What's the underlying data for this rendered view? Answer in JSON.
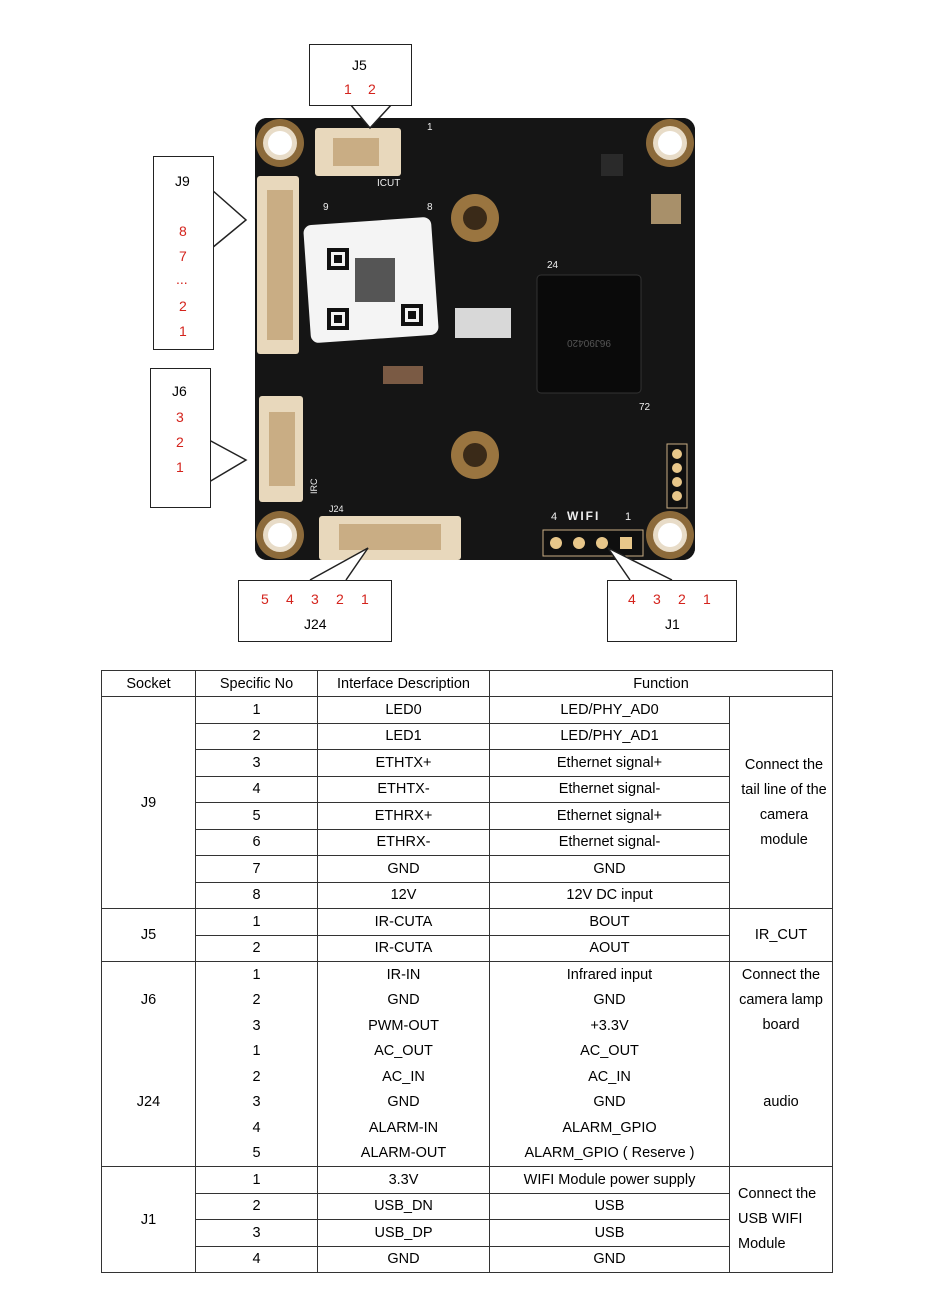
{
  "callouts": {
    "j5": {
      "title": "J5",
      "pins": [
        "1",
        "2"
      ]
    },
    "j9": {
      "title": "J9",
      "pins": [
        "8",
        "7",
        "...",
        "2",
        "1"
      ]
    },
    "j6": {
      "title": "J6",
      "pins": [
        "3",
        "2",
        "1"
      ]
    },
    "j24": {
      "title": "J24",
      "pins": [
        "5",
        "4",
        "3",
        "2",
        "1"
      ]
    },
    "j1": {
      "title": "J1",
      "pins": [
        "4",
        "3",
        "2",
        "1"
      ]
    }
  },
  "board": {
    "wifi_label": "WIFI",
    "wifi_pin_left": "4",
    "wifi_pin_right": "1",
    "header_pin_left": "1",
    "num_24": "24",
    "num_72": "72",
    "num_9": "9",
    "num_8": "8",
    "icut": "ICUT",
    "irc": "IRC",
    "j24_mark": "J24",
    "chip_text": "96J90420"
  },
  "table": {
    "headers": [
      "Socket",
      "Specific No",
      "Interface Description",
      "Function"
    ],
    "groups": {
      "j9": {
        "socket": "J9",
        "note": "Connect the tail line of the camera module",
        "rows": [
          {
            "no": "1",
            "desc": "LED0",
            "func": "LED/PHY_AD0"
          },
          {
            "no": "2",
            "desc": "LED1",
            "func": "LED/PHY_AD1"
          },
          {
            "no": "3",
            "desc": "ETHTX+",
            "func": "Ethernet signal+"
          },
          {
            "no": "4",
            "desc": "ETHTX-",
            "func": "Ethernet signal-"
          },
          {
            "no": "5",
            "desc": "ETHRX+",
            "func": "Ethernet signal+"
          },
          {
            "no": "6",
            "desc": "ETHRX-",
            "func": "Ethernet signal-"
          },
          {
            "no": "7",
            "desc": "GND",
            "func": "GND"
          },
          {
            "no": "8",
            "desc": "12V",
            "func": "12V DC input"
          }
        ]
      },
      "j5": {
        "socket": "J5",
        "note": "IR_CUT",
        "rows": [
          {
            "no": "1",
            "desc": "IR-CUTA",
            "func": "BOUT"
          },
          {
            "no": "2",
            "desc": "IR-CUTA",
            "func": "AOUT"
          }
        ]
      },
      "j6": {
        "socket": "J6",
        "note": "Connect the camera lamp board",
        "rows": [
          {
            "no": "1",
            "desc": "IR-IN",
            "func": "Infrared input"
          },
          {
            "no": "2",
            "desc": "GND",
            "func": "GND"
          },
          {
            "no": "3",
            "desc": "PWM-OUT",
            "func": "+3.3V"
          }
        ]
      },
      "j24": {
        "socket": "J24",
        "note": "audio",
        "rows": [
          {
            "no": "1",
            "desc": "AC_OUT",
            "func": "AC_OUT"
          },
          {
            "no": "2",
            "desc": "AC_IN",
            "func": "AC_IN"
          },
          {
            "no": "3",
            "desc": "GND",
            "func": "GND"
          },
          {
            "no": "4",
            "desc": "ALARM-IN",
            "func": "ALARM_GPIO"
          },
          {
            "no": "5",
            "desc": "ALARM-OUT",
            "func": "ALARM_GPIO ( Reserve )"
          }
        ]
      },
      "j1": {
        "socket": "J1",
        "note": "Connect the USB WIFI Module",
        "rows": [
          {
            "no": "1",
            "desc": "3.3V",
            "func": "WIFI Module power supply"
          },
          {
            "no": "2",
            "desc": "USB_DN",
            "func": "USB"
          },
          {
            "no": "3",
            "desc": "USB_DP",
            "func": "USB"
          },
          {
            "no": "4",
            "desc": "GND",
            "func": "GND"
          }
        ]
      }
    }
  }
}
